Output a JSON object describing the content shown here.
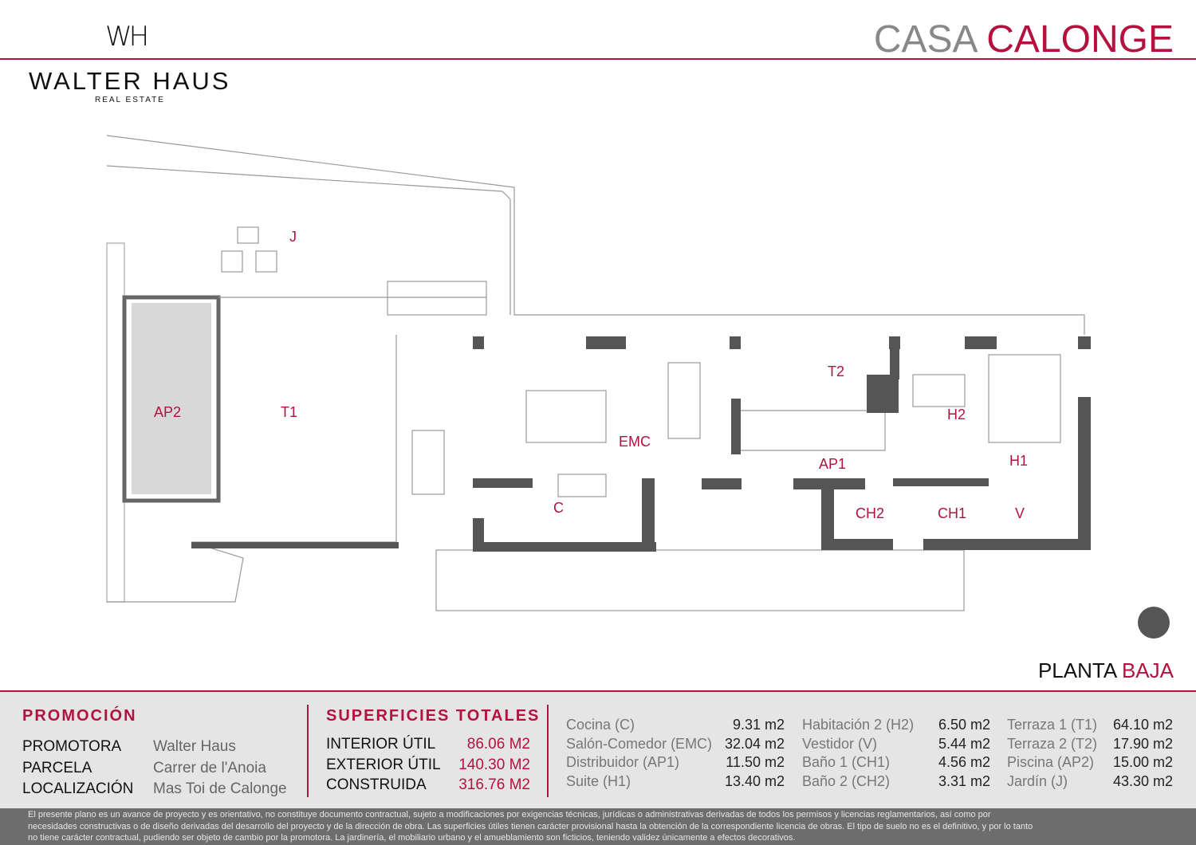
{
  "header": {
    "logo_mark": "WH",
    "brand": "WALTER HAUS",
    "brand_sub": "REAL ESTATE",
    "title_part1": "CASA",
    "title_part2": "CALONGE"
  },
  "plan": {
    "labels": {
      "J": "J",
      "AP2": "AP2",
      "T1": "T1",
      "EMC": "EMC",
      "C": "C",
      "T2": "T2",
      "AP1": "AP1",
      "H2": "H2",
      "H1": "H1",
      "CH2": "CH2",
      "CH1": "CH1",
      "V": "V"
    }
  },
  "level": {
    "part1": "PLANTA",
    "part2": "BAJA"
  },
  "promocion": {
    "heading": "PROMOCIÓN",
    "rows": [
      {
        "label": "PROMOTORA",
        "value": "Walter Haus"
      },
      {
        "label": "PARCELA",
        "value": "Carrer de l'Anoia"
      },
      {
        "label": "LOCALIZACIÓN",
        "value": "Mas Toi de Calonge"
      }
    ]
  },
  "superficies": {
    "heading": "SUPERFICIES TOTALES",
    "rows": [
      {
        "label": "INTERIOR ÚTIL",
        "value": "86.06 M2"
      },
      {
        "label": "EXTERIOR ÚTIL",
        "value": "140.30 M2"
      },
      {
        "label": "CONSTRUIDA",
        "value": "316.76 M2"
      }
    ]
  },
  "rooms": [
    [
      {
        "name": "Cocina (C)",
        "area": "9.31 m2"
      },
      {
        "name": "Salón-Comedor (EMC)",
        "area": "32.04 m2"
      },
      {
        "name": "Distribuidor (AP1)",
        "area": "11.50 m2"
      },
      {
        "name": "Suite (H1)",
        "area": "13.40 m2"
      }
    ],
    [
      {
        "name": "Habitación 2 (H2)",
        "area": "6.50 m2"
      },
      {
        "name": "Vestidor (V)",
        "area": "5.44 m2"
      },
      {
        "name": "Baño 1 (CH1)",
        "area": "4.56 m2"
      },
      {
        "name": "Baño 2 (CH2)",
        "area": "3.31 m2"
      }
    ],
    [
      {
        "name": "Terraza 1 (T1)",
        "area": "64.10 m2"
      },
      {
        "name": "Terraza 2 (T2)",
        "area": "17.90 m2"
      },
      {
        "name": "Piscina (AP2)",
        "area": "15.00 m2"
      },
      {
        "name": "Jardín (J)",
        "area": "43.30 m2"
      }
    ]
  ],
  "disclaimer": [
    "El presente plano es un avance de proyecto y es orientativo, no constituye documento contractual, sujeto a modificaciones por exigencias técnicas, jurídicas o administrativas derivadas de todos los permisos y licencias reglamentarios, así como por",
    "necesidades constructivas o de diseño derivadas del desarrollo del proyecto y de la dirección de obra. Las superficies útiles tienen carácter provisional hasta la obtención de la correspondiente licencia de obras. El tipo de suelo no es el definitivo, y por lo tanto",
    "no tiene carácter contractual, pudiendo ser objeto de cambio por la promotora. La jardinería, el mobiliario urbano y el amueblamiento son ficticios, teniendo validez únicamente a efectos decorativos."
  ]
}
